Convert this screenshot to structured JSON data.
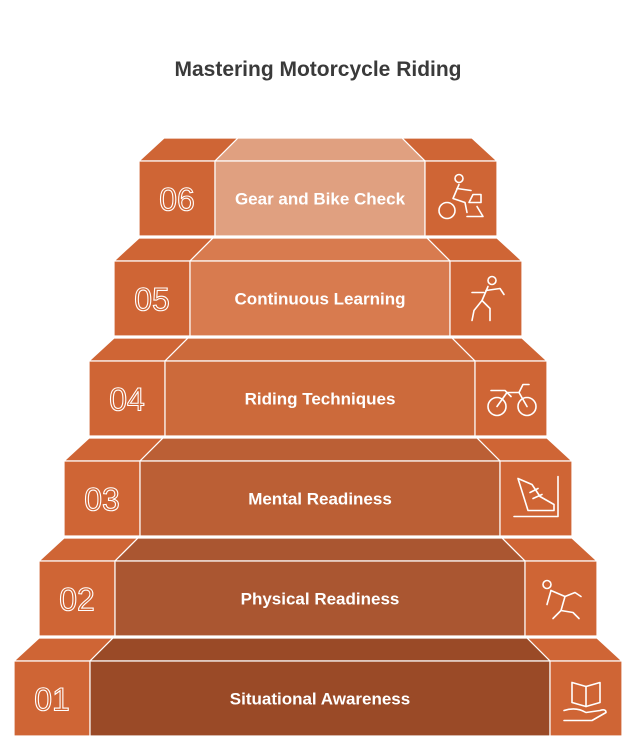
{
  "title": "Mastering Motorcycle Riding",
  "colors": {
    "side": "#cf6535",
    "top": "#e07a48",
    "line": "#ffffff"
  },
  "steps": [
    {
      "number": "01",
      "label": "Situational Awareness",
      "icon": "hand-holding-book-icon",
      "color": "#9a4a27"
    },
    {
      "number": "02",
      "label": "Physical Readiness",
      "icon": "stretching-person-icon",
      "color": "#aa5631"
    },
    {
      "number": "03",
      "label": "Mental Readiness",
      "icon": "running-shoe-icon",
      "color": "#bb5f35"
    },
    {
      "number": "04",
      "label": "Riding Techniques",
      "icon": "dirt-bike-icon",
      "color": "#cc6a3b"
    },
    {
      "number": "05",
      "label": "Continuous Learning",
      "icon": "person-exercising-icon",
      "color": "#d87b4f"
    },
    {
      "number": "06",
      "label": "Gear and Bike Check",
      "icon": "cyclist-icon",
      "color": "#e0a080"
    }
  ]
}
